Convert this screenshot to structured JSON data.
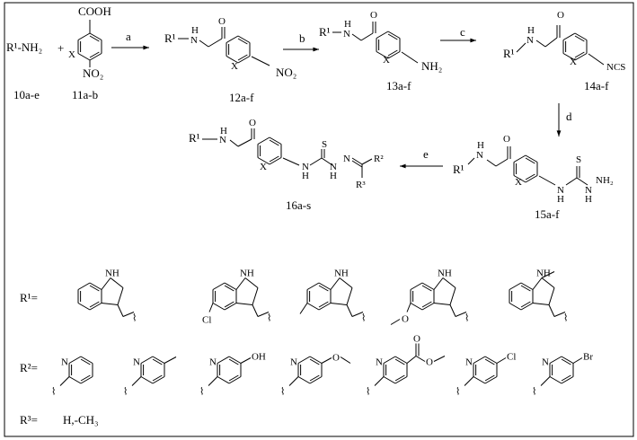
{
  "colors": {
    "line": "#000000",
    "background": "#ffffff"
  },
  "scheme": {
    "reactant_amine": "R¹-NH₂",
    "plus": "+",
    "cooh": "COOH",
    "no2": "NO₂",
    "x": "X",
    "nh": "N",
    "h": "H",
    "o": "O",
    "s": "S",
    "r1": "R¹",
    "r2": "R²",
    "r3": "R³",
    "nh2": "NH₂",
    "ncs": "NCS",
    "n": "N",
    "steps": {
      "a": "a",
      "b": "b",
      "c": "c",
      "d": "d",
      "e": "e"
    },
    "compounds": {
      "c10": "10a-e",
      "c11": "11a-b",
      "c12": "12a-f",
      "c13": "13a-f",
      "c14": "14a-f",
      "c15": "15a-f",
      "c16": "16a-s"
    }
  },
  "substituents": {
    "r1_label": "R¹=",
    "r2_label": "R²=",
    "r3_label": "R³=",
    "r3_values": "H,-CH₃",
    "indole_nh": "NH",
    "cl": "Cl",
    "oh": "OH",
    "br": "Br",
    "pyr_n": "N"
  }
}
